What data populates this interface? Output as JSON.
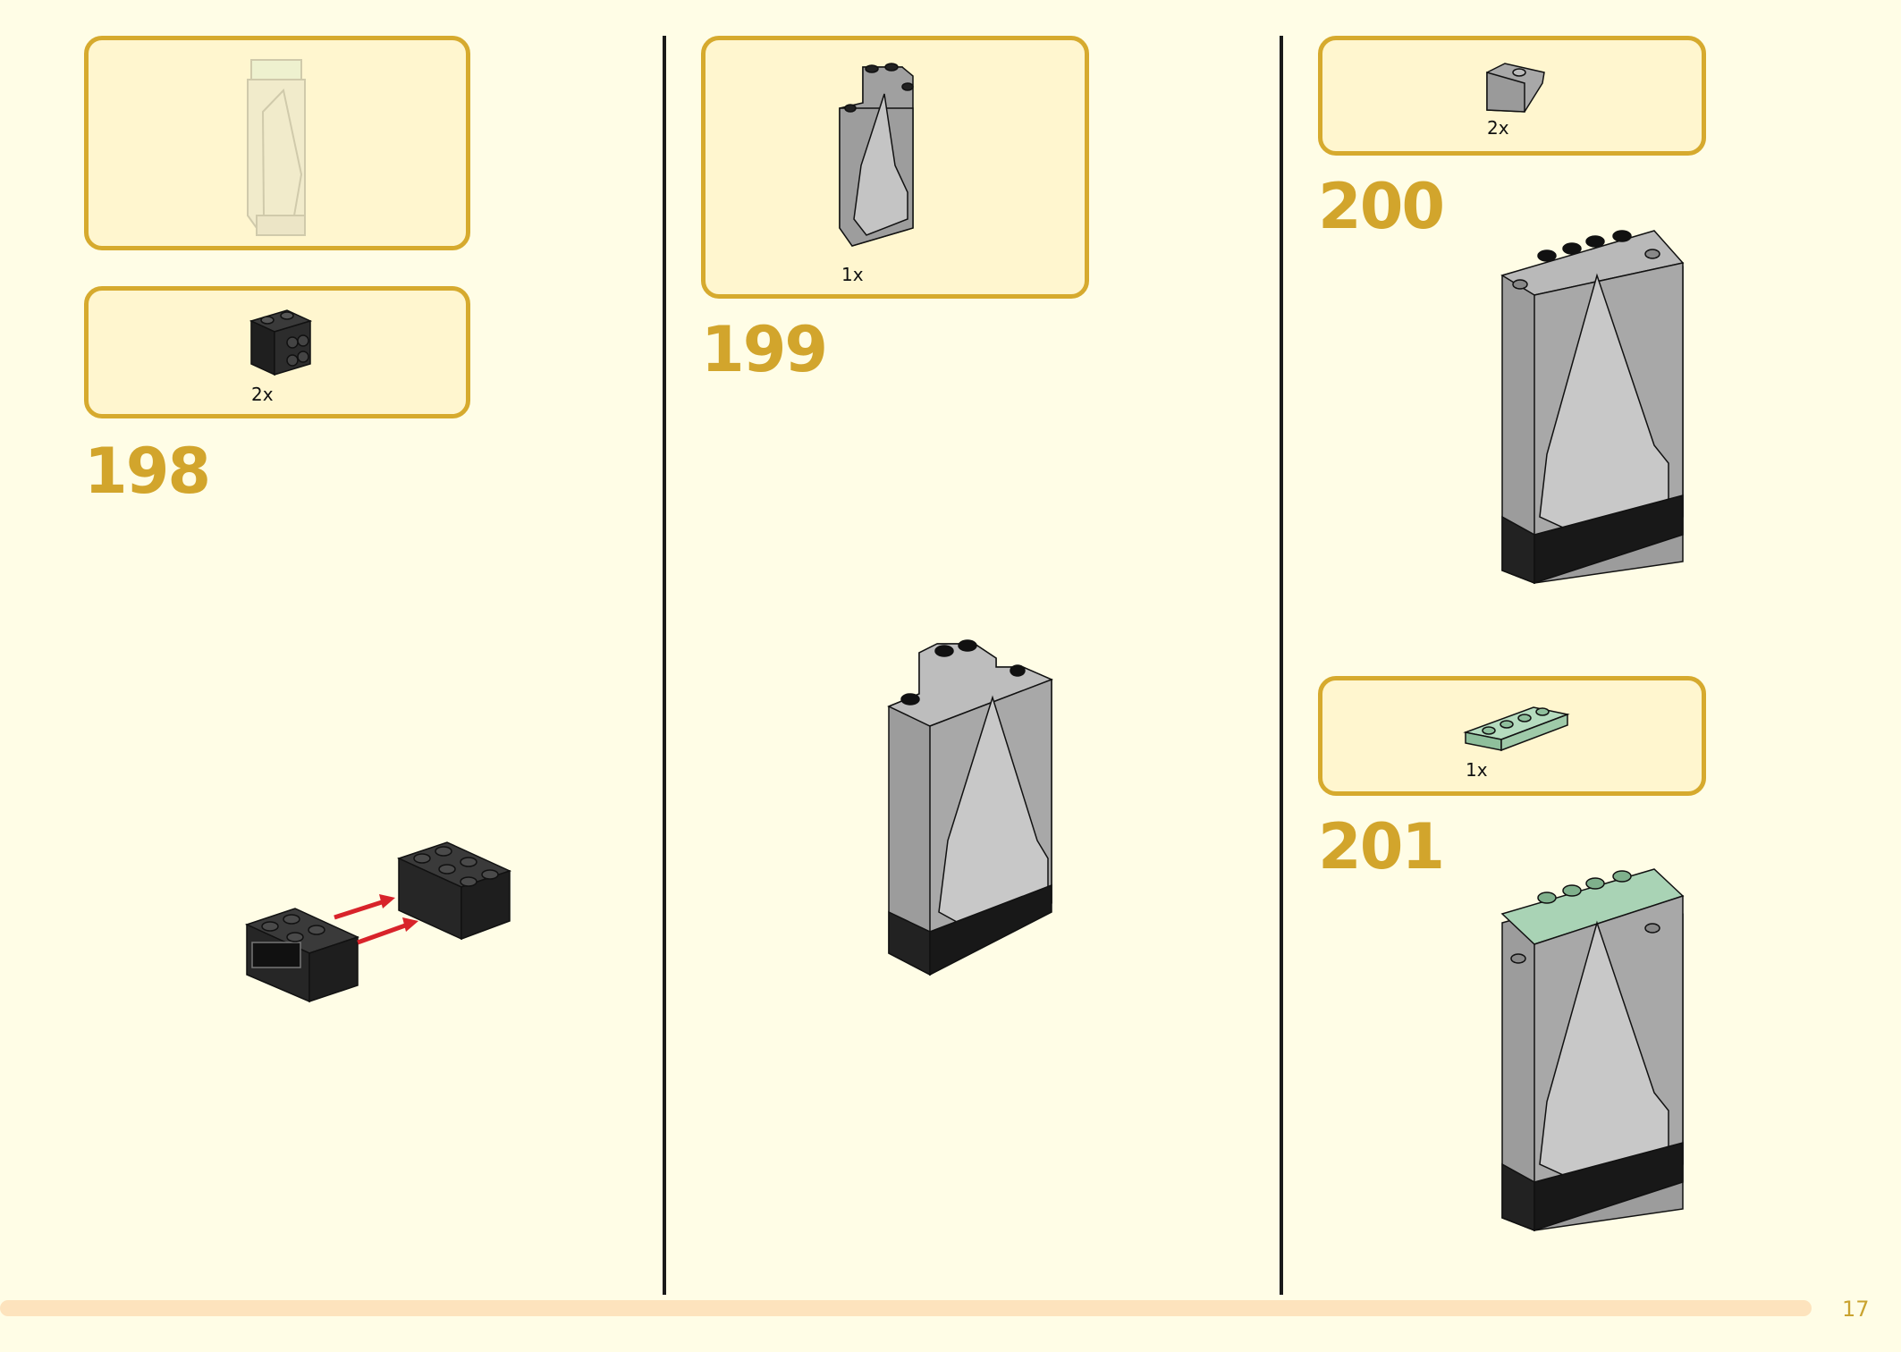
{
  "steps": [
    {
      "number": "198",
      "parts": [
        {
          "quantity": "2x"
        }
      ]
    },
    {
      "number": "199",
      "parts": [
        {
          "quantity": "1x"
        }
      ]
    },
    {
      "number": "200",
      "parts": [
        {
          "quantity": "2x"
        }
      ]
    },
    {
      "number": "201",
      "parts": [
        {
          "quantity": "1x"
        }
      ]
    }
  ],
  "footer": {
    "page_number": "17"
  },
  "colors": {
    "accent_gold": "#d6aa2e",
    "callout_fill": "#fff6cf",
    "page_background": "#fffde6",
    "brick_gray": "#a6a6a6",
    "brick_black": "#2a2a2a",
    "plate_green": "#a9d3b5",
    "arrow_red": "#d8232a",
    "progress_bar": "#fde3bd"
  }
}
